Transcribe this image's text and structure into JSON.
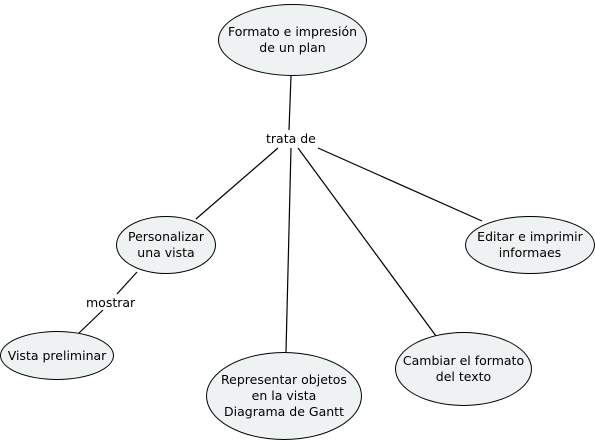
{
  "nodes": {
    "root": "Formato e impresión\nde un plan",
    "personalizar": "Personalizar\nuna vista",
    "editar": "Editar e imprimir\ninformaes",
    "vista_preliminar": "Vista preliminar",
    "representar": "Representar objetos\nen la vista\nDiagrama de Gantt",
    "cambiar": "Cambiar el formato\ndel texto"
  },
  "links": {
    "trata_de": "trata de",
    "mostrar": "mostrar"
  }
}
